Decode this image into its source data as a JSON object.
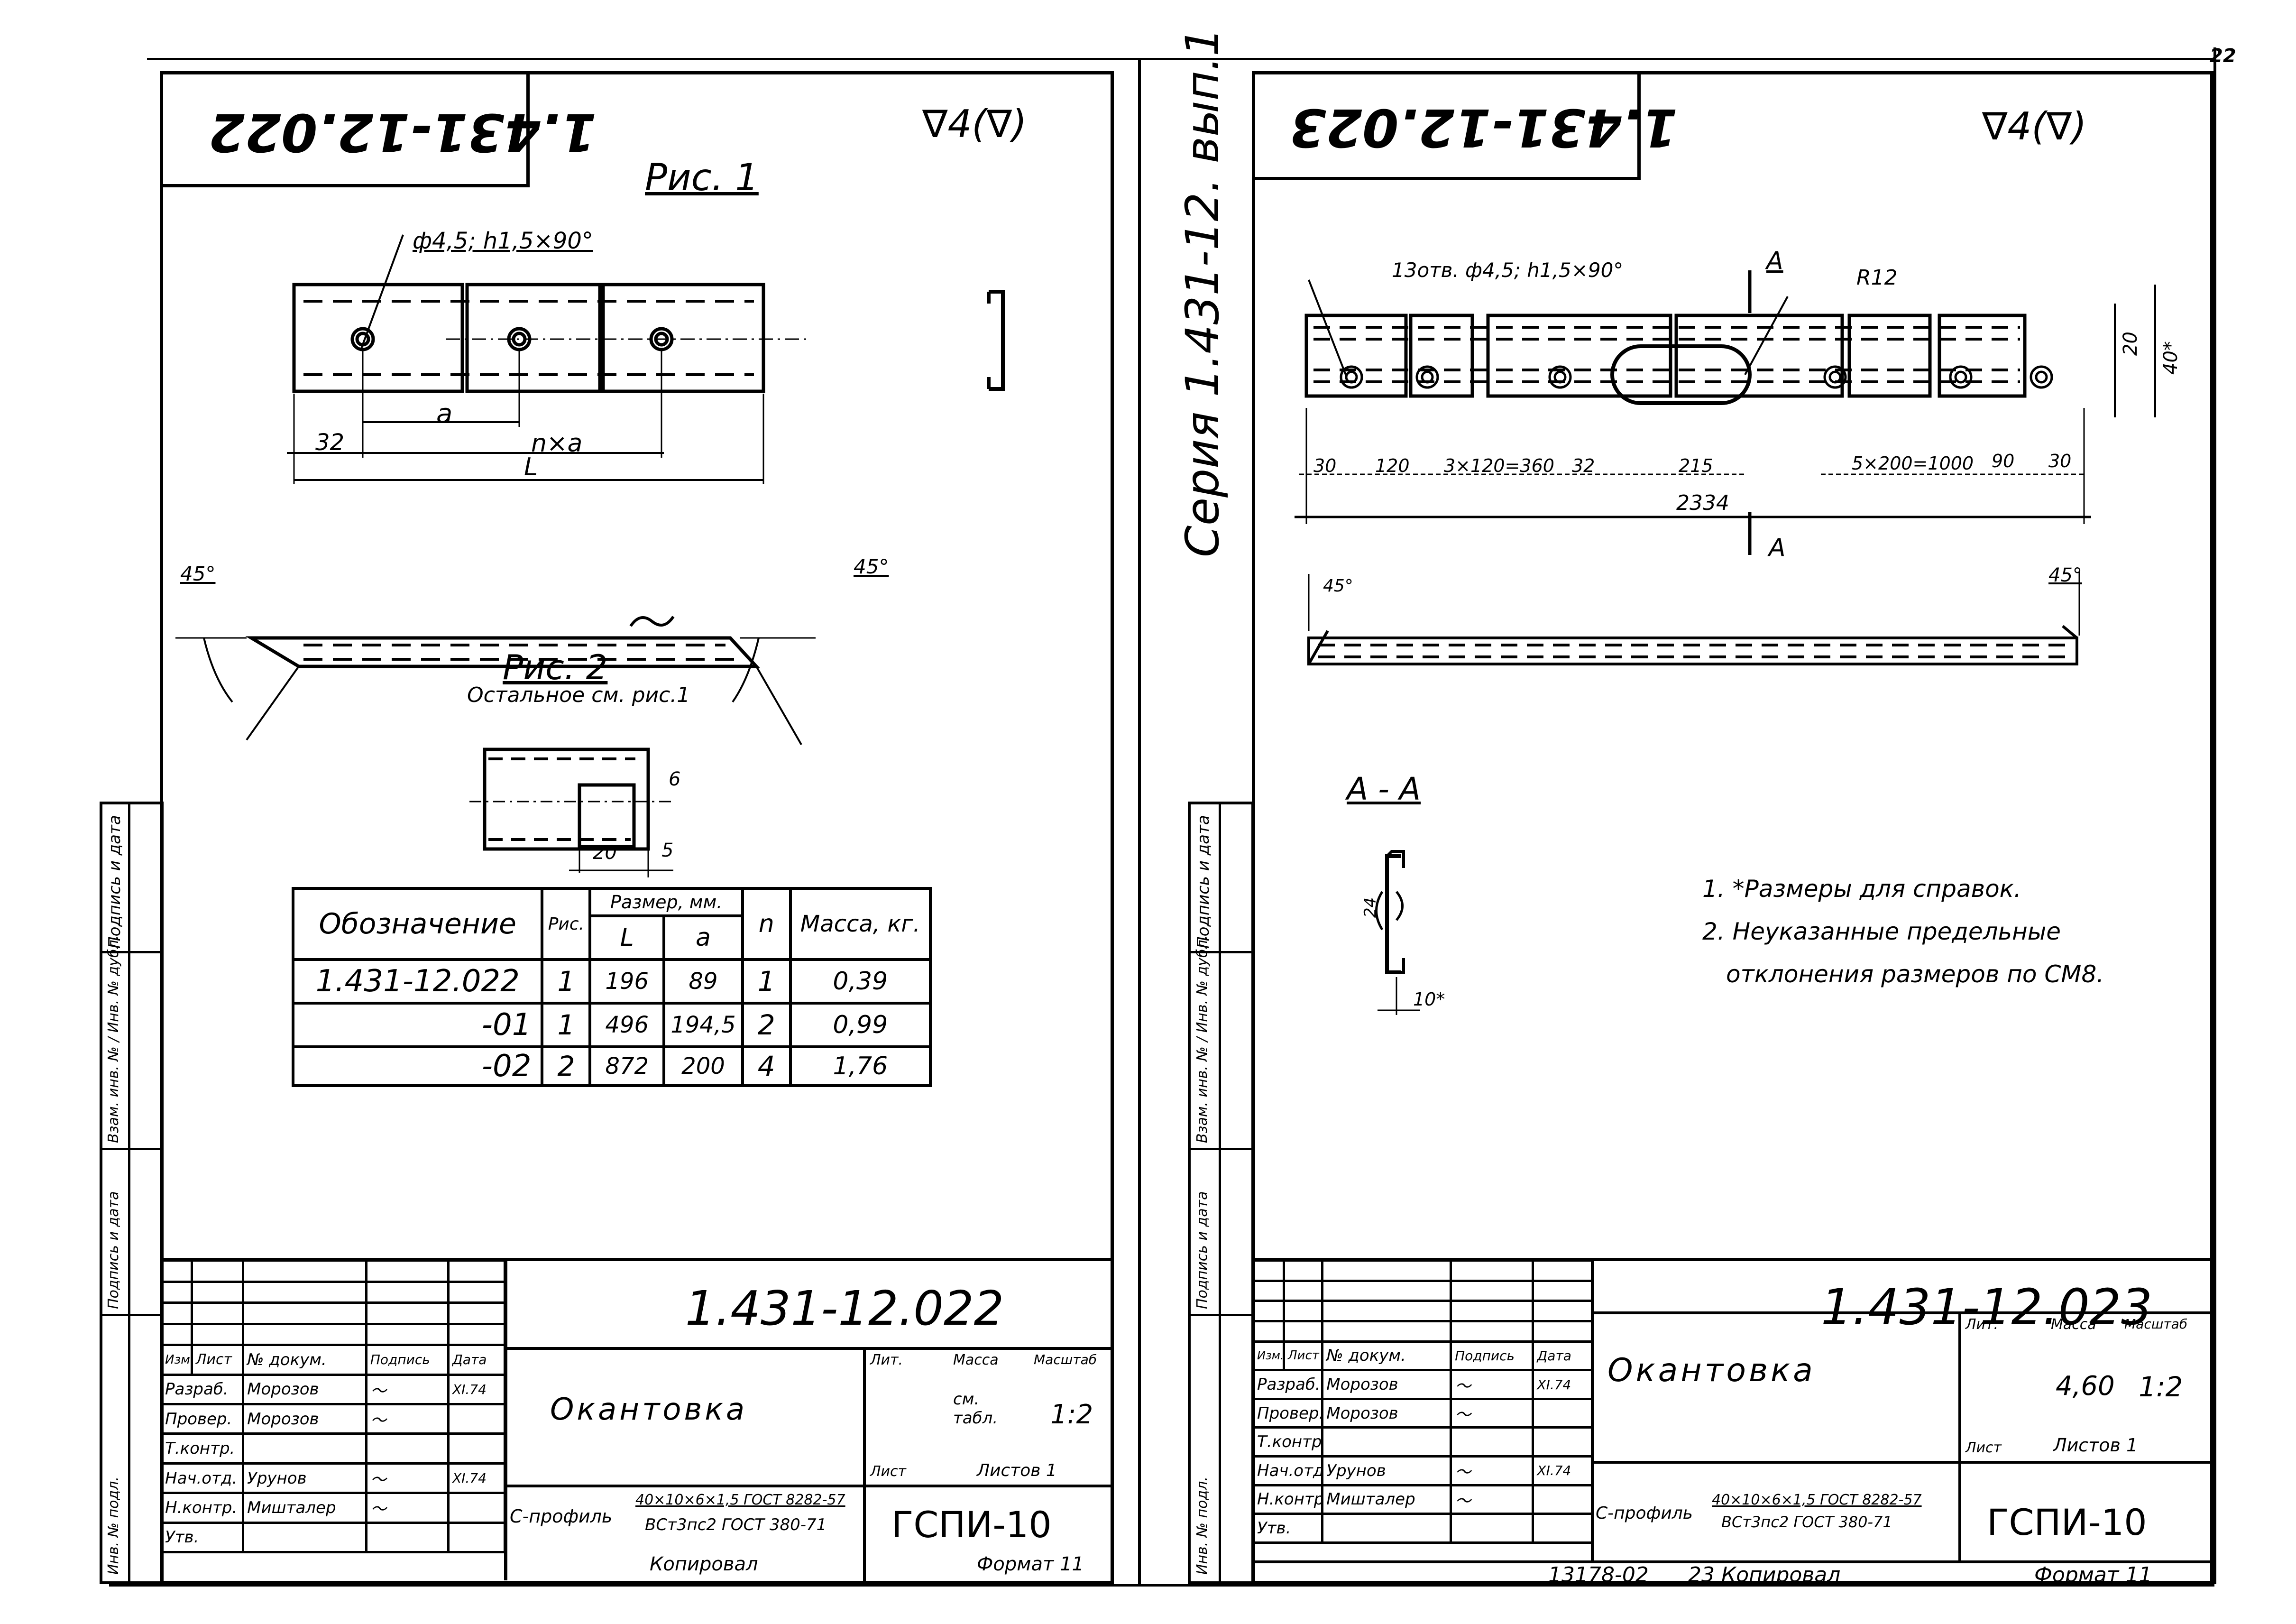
{
  "page": {
    "corner_sheet_number": "22",
    "side_stamp_labels": [
      "Подпись и дата",
      "Взам. инв. № / Инв. № дубл.",
      "Подпись и дата",
      "Инв. № подл."
    ]
  },
  "left_sheet": {
    "mirrored_code": "1.431-12.022",
    "roughness": "∇4(∇)",
    "fig1": {
      "title": "Рис. 1",
      "hole_callout": "ф4,5; h1,5×90°",
      "dim_a": "a",
      "dim_32": "32",
      "dim_nxa": "n×a",
      "dim_L": "L",
      "angle_left": "45°",
      "angle_right": "45°"
    },
    "fig2": {
      "title": "Рис. 2",
      "subtitle": "Остальное см. рис.1",
      "dim_6": "6",
      "dim_20": "20",
      "dim_5": "5"
    },
    "spec_table": {
      "headers": {
        "designation": "Обозначение",
        "fig": "Рис.",
        "size_group": "Размер, мм.",
        "L": "L",
        "a": "a",
        "n": "n",
        "mass": "Масса, кг."
      },
      "rows": [
        {
          "designation": "1.431-12.022",
          "fig": "1",
          "L": "196",
          "a": "89",
          "n": "1",
          "mass": "0,39"
        },
        {
          "designation": "-01",
          "fig": "1",
          "L": "496",
          "a": "194,5",
          "n": "2",
          "mass": "0,99"
        },
        {
          "designation": "-02",
          "fig": "2",
          "L": "872",
          "a": "200",
          "n": "4",
          "mass": "1,76"
        }
      ]
    },
    "title_block": {
      "doc_code": "1.431-12.022",
      "name": "Окантовка",
      "material_prefix": "С-профиль",
      "material_line1": "40×10×6×1,5 ГОСТ 8282-57",
      "material_line2": "ВСт3пс2 ГОСТ 380-71",
      "org": "ГСПИ-10",
      "col_headers": {
        "izm": "Изм.",
        "list": "Лист",
        "doc": "№ докум.",
        "sign": "Подпись",
        "date": "Дата"
      },
      "roles": [
        {
          "role": "Разраб.",
          "name": "Морозов",
          "date": "XI.74"
        },
        {
          "role": "Провер.",
          "name": "Морозов",
          "date": ""
        },
        {
          "role": "Т.контр.",
          "name": "",
          "date": ""
        },
        {
          "role": "Нач.отд.",
          "name": "Урунов",
          "date": "XI.74"
        },
        {
          "role": "Н.контр.",
          "name": "Мишталер",
          "date": ""
        },
        {
          "role": "Утв.",
          "name": "",
          "date": ""
        }
      ],
      "lit_label": "Лит.",
      "mass_label": "Масса",
      "scale_label": "Масштаб",
      "mass_value": "см. табл.",
      "scale_value": "1:2",
      "sheet_label": "Лист",
      "sheets_label": "Листов 1",
      "copied_by": "Копировал",
      "format": "Формат 11"
    }
  },
  "right_sheet": {
    "mirrored_code": "1.431-12.023",
    "roughness": "∇4(∇)",
    "series_vertical": "Серия 1.431-12. вып.1",
    "plan": {
      "hole_callout": "13отв. ф4,5; h1,5×90°",
      "radius": "R12",
      "section_mark": "A",
      "dim_20": "20",
      "dim_40": "40*",
      "chain_dims": [
        "30",
        "120",
        "3×120=360",
        "32",
        "215",
        "5×200=1000",
        "90",
        "30"
      ],
      "overall": "2334",
      "angle_left": "45°",
      "angle_right": "45°"
    },
    "section": {
      "title": "A - A",
      "dim_24": "24",
      "dim_10": "10*"
    },
    "notes": [
      "1. *Размеры для справок.",
      "2. Неуказанные предельные",
      "отклонения размеров по СМ8."
    ],
    "title_block": {
      "doc_code": "1.431-12.023",
      "name": "Окантовка",
      "material_prefix": "С-профиль",
      "material_line1": "40×10×6×1,5 ГОСТ 8282-57",
      "material_line2": "ВСт3пс2 ГОСТ 380-71",
      "org": "ГСПИ-10",
      "col_headers": {
        "izm": "Изм.",
        "list": "Лист",
        "doc": "№ докум.",
        "sign": "Подпись",
        "date": "Дата"
      },
      "roles": [
        {
          "role": "Разраб.",
          "name": "Морозов",
          "date": "XI.74"
        },
        {
          "role": "Провер.",
          "name": "Морозов",
          "date": ""
        },
        {
          "role": "Т.контр.",
          "name": "",
          "date": ""
        },
        {
          "role": "Нач.отд.",
          "name": "Урунов",
          "date": "XI.74"
        },
        {
          "role": "Н.контр.",
          "name": "Мишталер",
          "date": ""
        },
        {
          "role": "Утв.",
          "name": "",
          "date": ""
        }
      ],
      "lit_label": "Лит.",
      "mass_label": "Масса",
      "scale_label": "Масштаб",
      "mass_value": "4,60",
      "scale_value": "1:2",
      "sheet_label": "Лист",
      "sheets_label": "Листов 1",
      "footer_code": "13178-02",
      "copied_by": "23 Копировал",
      "format": "Формат 11"
    }
  }
}
